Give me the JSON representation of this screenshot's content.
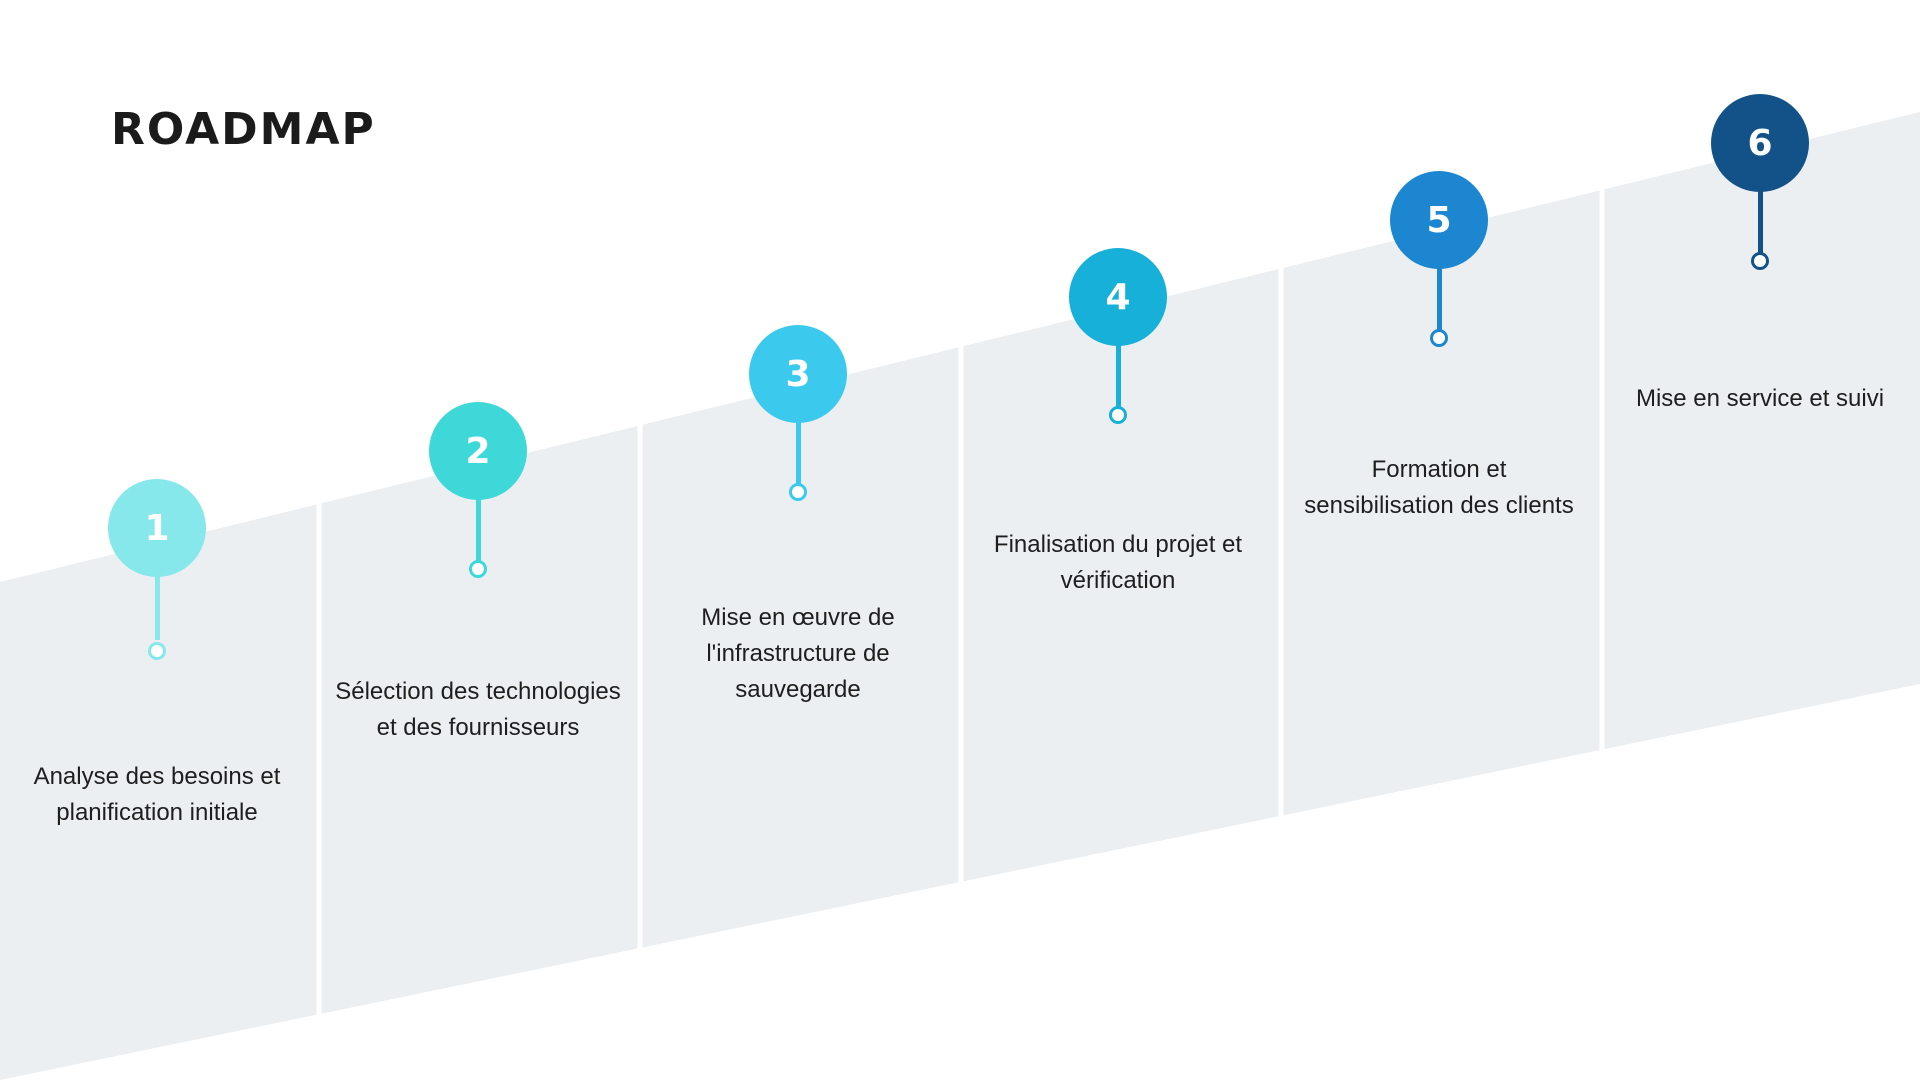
{
  "title": "ROADMAP",
  "colors": {
    "band": "#ebeff2",
    "divider": "#ffffff",
    "background": "#ffffff"
  },
  "steps": [
    {
      "number": "1",
      "label": "Analyse des besoins et planification initiale",
      "color": "#86e8ea"
    },
    {
      "number": "2",
      "label": "Sélection des technologies et des fournisseurs",
      "color": "#3ed8d9"
    },
    {
      "number": "3",
      "label": "Mise en œuvre de l'infrastructure de sauvegarde",
      "color": "#3cc9ee"
    },
    {
      "number": "4",
      "label": "Finalisation du projet et vérification",
      "color": "#16b0d8"
    },
    {
      "number": "5",
      "label": "Formation et sensibilisation des clients",
      "color": "#1c86d0"
    },
    {
      "number": "6",
      "label": "Mise en service et suivi",
      "color": "#135289"
    }
  ]
}
